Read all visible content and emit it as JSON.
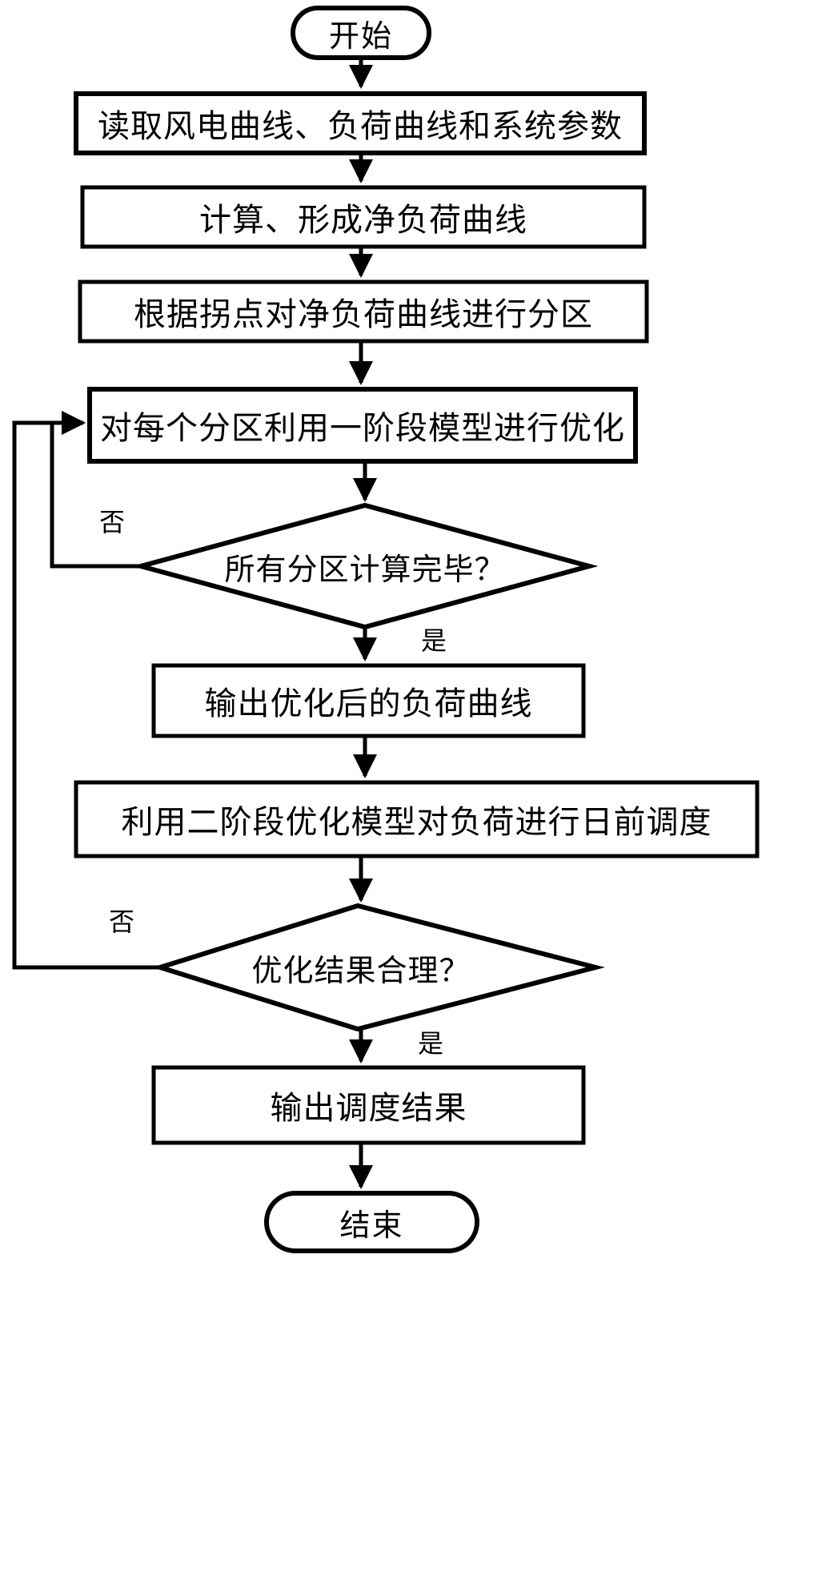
{
  "diagram": {
    "type": "flowchart",
    "title": "",
    "orientation": "top-to-bottom",
    "colors": {
      "stroke": "#000000",
      "fill": "#ffffff",
      "text": "#000000"
    },
    "nodes": [
      {
        "id": "start",
        "shape": "terminator",
        "label": "开始"
      },
      {
        "id": "read",
        "shape": "process",
        "label": "读取风电曲线、负荷曲线和系统参数"
      },
      {
        "id": "netload",
        "shape": "process",
        "label": "计算、形成净负荷曲线"
      },
      {
        "id": "partition",
        "shape": "process",
        "label": "根据拐点对净负荷曲线进行分区"
      },
      {
        "id": "stage1",
        "shape": "process",
        "label": "对每个分区利用一阶段模型进行优化"
      },
      {
        "id": "alldone",
        "shape": "decision",
        "label": "所有分区计算完毕？"
      },
      {
        "id": "outcurve",
        "shape": "process",
        "label": "输出优化后的负荷曲线"
      },
      {
        "id": "stage2",
        "shape": "process",
        "label": "利用二阶段优化模型对负荷进行日前调度"
      },
      {
        "id": "reasonable",
        "shape": "decision",
        "label": "优化结果合理？"
      },
      {
        "id": "outresult",
        "shape": "process",
        "label": "输出调度结果"
      },
      {
        "id": "end",
        "shape": "terminator",
        "label": "结束"
      }
    ],
    "edge_labels": {
      "alldone_no": "否",
      "alldone_yes": "是",
      "reasonable_no": "否",
      "reasonable_yes": "是"
    },
    "edges": [
      {
        "from": "start",
        "to": "read",
        "label": ""
      },
      {
        "from": "read",
        "to": "netload",
        "label": ""
      },
      {
        "from": "netload",
        "to": "partition",
        "label": ""
      },
      {
        "from": "partition",
        "to": "stage1",
        "label": ""
      },
      {
        "from": "stage1",
        "to": "alldone",
        "label": ""
      },
      {
        "from": "alldone",
        "to": "stage1",
        "label": "否"
      },
      {
        "from": "alldone",
        "to": "outcurve",
        "label": "是"
      },
      {
        "from": "outcurve",
        "to": "stage2",
        "label": ""
      },
      {
        "from": "stage2",
        "to": "reasonable",
        "label": ""
      },
      {
        "from": "reasonable",
        "to": "stage1",
        "label": "否"
      },
      {
        "from": "reasonable",
        "to": "outresult",
        "label": "是"
      },
      {
        "from": "outresult",
        "to": "end",
        "label": ""
      }
    ]
  }
}
